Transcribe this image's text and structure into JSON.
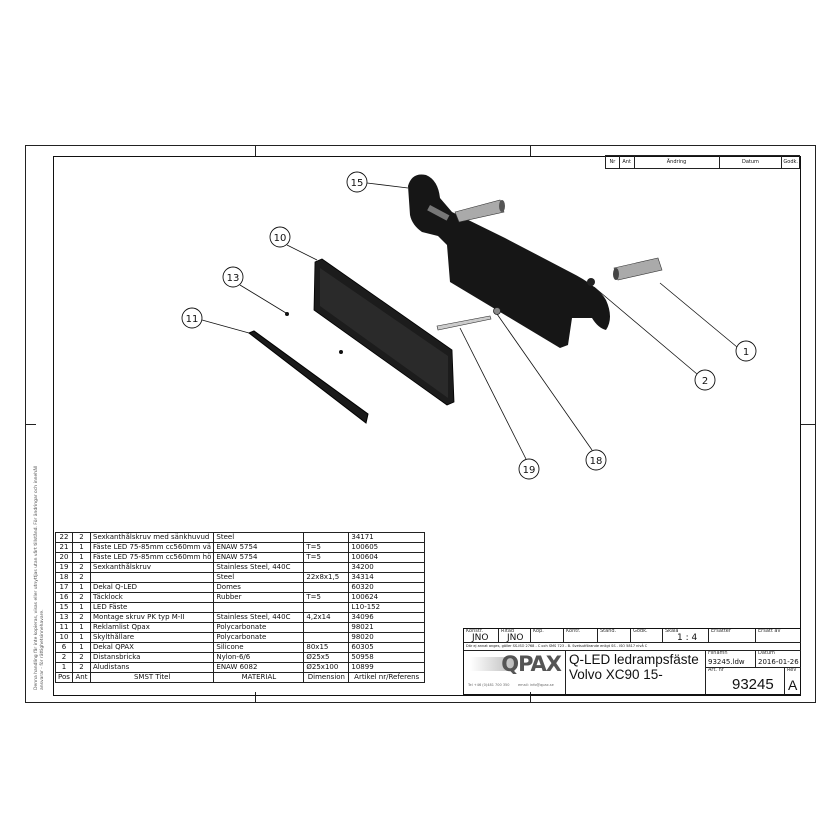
{
  "revision_header": {
    "nr": "Nr",
    "ant": "Ant",
    "andring": "Ändring",
    "datum": "Datum",
    "godk": "Godk."
  },
  "balloons": [
    "15",
    "10",
    "13",
    "11",
    "1",
    "2",
    "18",
    "19"
  ],
  "bom": {
    "headers": [
      "Pos",
      "Ant",
      "SMST Titel",
      "MATERIAL",
      "Dimension",
      "Artikel nr/Referens"
    ],
    "rows": [
      [
        "22",
        "2",
        "Sexkanthålskruv med sänkhuvud",
        "Steel",
        "",
        "34171"
      ],
      [
        "21",
        "1",
        "Fäste LED 75-85mm cc560mm vä",
        "ENAW 5754",
        "T=5",
        "100605"
      ],
      [
        "20",
        "1",
        "Fäste LED 75-85mm cc560mm hö",
        "ENAW 5754",
        "T=5",
        "100604"
      ],
      [
        "19",
        "2",
        "Sexkanthålskruv",
        "Stainless Steel, 440C",
        "",
        "34200"
      ],
      [
        "18",
        "2",
        "",
        "Steel",
        "22x8x1,5",
        "34314"
      ],
      [
        "17",
        "1",
        "Dekal Q-LED",
        "Domes",
        "",
        "60320"
      ],
      [
        "16",
        "2",
        "Täcklock",
        "Rubber",
        "T=5",
        "100624"
      ],
      [
        "15",
        "1",
        "LED Fäste",
        "",
        "",
        "L10-152"
      ],
      [
        "13",
        "2",
        "Montage skruv PK typ M-II",
        "Stainless Steel, 440C",
        "4,2x14",
        "34096"
      ],
      [
        "11",
        "1",
        "Reklamlist Qpax",
        "Polycarbonate",
        "",
        "98021"
      ],
      [
        "10",
        "1",
        "Skylthållare",
        "Polycarbonate",
        "",
        "98020"
      ],
      [
        "6",
        "1",
        "Dekal QPAX",
        "Silicone",
        "80x15",
        "60305"
      ],
      [
        "2",
        "2",
        "Distansbricka",
        "Nylon-6/6",
        "Ø25x5",
        "50958"
      ],
      [
        "1",
        "2",
        "Aludistans",
        "ENAW 6082",
        "Ø25x100",
        "10899"
      ]
    ]
  },
  "title_block": {
    "konstr_label": "Konstr.",
    "konstr": "JNO",
    "ritad_label": "Ritad",
    "ritad": "JNO",
    "kop_label": "Kop.",
    "kontr_label": "Kontr.",
    "stand_label": "Stand.",
    "godk_label": "Godk.",
    "skala_label": "Skala",
    "skala": "1 : 4",
    "ersatter_label": "Ersätter",
    "ersatt_av_label": "Ersatt av",
    "note": "Där ej annat anges, gäller SS-ISO 2768 - C och SMS 723 - B. Svetsutförande enligt SS - ISO 5817 nivå C",
    "logo": "QPAX",
    "tel": "Tel +46 (0)481 700 350",
    "email": "email: info@qpax.se",
    "title_line1": "Q-LED ledrampsfäste",
    "title_line2": "Volvo XC90 15-",
    "filnamn_label": "Filnamn",
    "filnamn": "93245.ldw",
    "datum_label": "Datum",
    "datum": "2016-01-26",
    "artnr_label": "Art. nr",
    "artnr": "93245",
    "rev_label": "Rev",
    "rev": "A"
  },
  "side_note": "Denna handling får inte kopieras, visas eller utnyttjas utan vårt tillstånd. För ändringar och innehåll ansvarar - för rättighetsinnehavare."
}
